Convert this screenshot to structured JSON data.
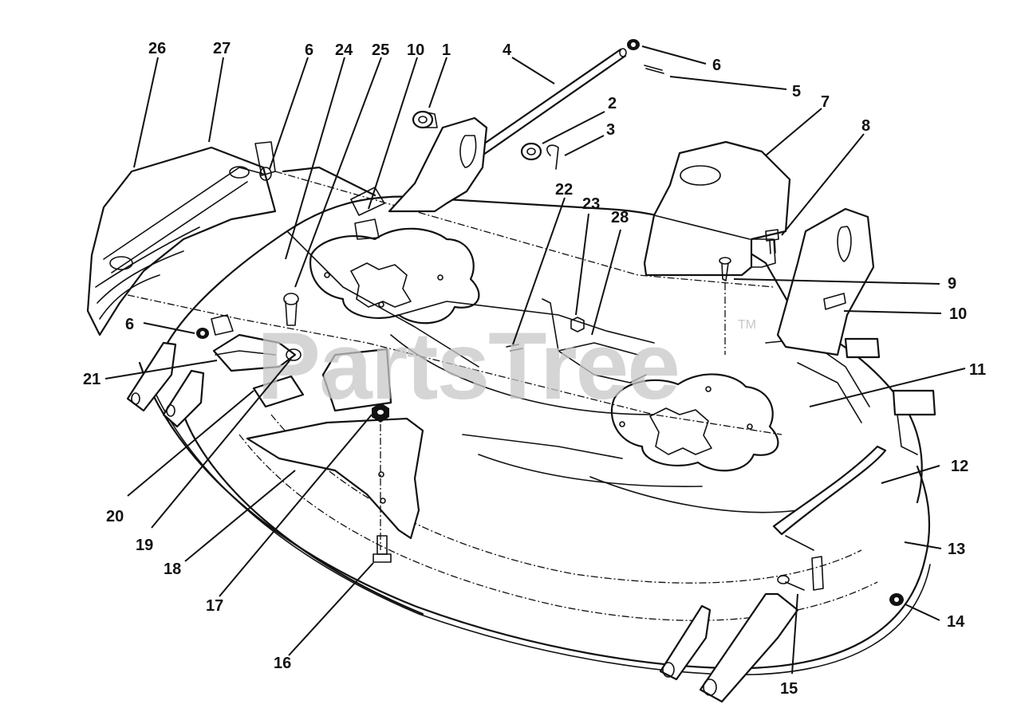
{
  "watermark": {
    "text": "PartsTree",
    "trademark": "TM"
  },
  "callouts": [
    {
      "id": "c1",
      "label": "1"
    },
    {
      "id": "c2",
      "label": "2"
    },
    {
      "id": "c3",
      "label": "3"
    },
    {
      "id": "c4",
      "label": "4"
    },
    {
      "id": "c5",
      "label": "5"
    },
    {
      "id": "c6a",
      "label": "6"
    },
    {
      "id": "c6b",
      "label": "6"
    },
    {
      "id": "c6c",
      "label": "6"
    },
    {
      "id": "c7",
      "label": "7"
    },
    {
      "id": "c8",
      "label": "8"
    },
    {
      "id": "c9",
      "label": "9"
    },
    {
      "id": "c10a",
      "label": "10"
    },
    {
      "id": "c10b",
      "label": "10"
    },
    {
      "id": "c11",
      "label": "11"
    },
    {
      "id": "c12",
      "label": "12"
    },
    {
      "id": "c13",
      "label": "13"
    },
    {
      "id": "c14",
      "label": "14"
    },
    {
      "id": "c15",
      "label": "15"
    },
    {
      "id": "c16",
      "label": "16"
    },
    {
      "id": "c17",
      "label": "17"
    },
    {
      "id": "c18",
      "label": "18"
    },
    {
      "id": "c19",
      "label": "19"
    },
    {
      "id": "c20",
      "label": "20"
    },
    {
      "id": "c21",
      "label": "21"
    },
    {
      "id": "c22",
      "label": "22"
    },
    {
      "id": "c23",
      "label": "23"
    },
    {
      "id": "c24",
      "label": "24"
    },
    {
      "id": "c25",
      "label": "25"
    },
    {
      "id": "c26",
      "label": "26"
    },
    {
      "id": "c27",
      "label": "27"
    },
    {
      "id": "c28",
      "label": "28"
    }
  ]
}
